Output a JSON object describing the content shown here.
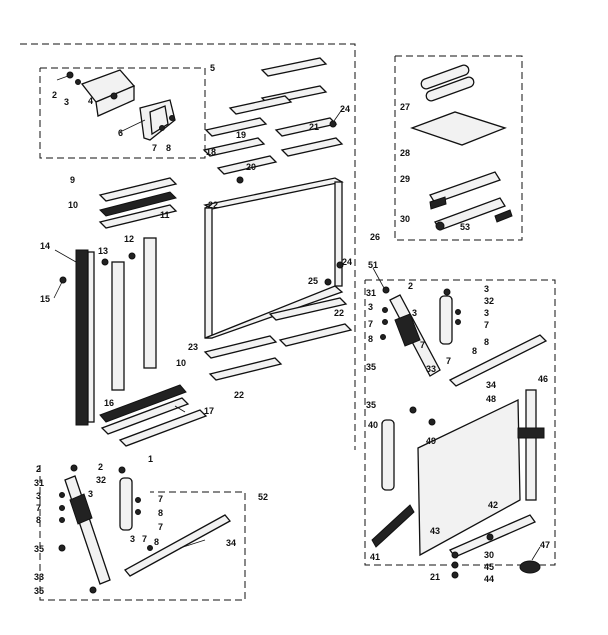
{
  "callouts": {
    "c1": "1",
    "c2a": "2",
    "c3a": "3",
    "c4": "4",
    "c5": "5",
    "c6": "6",
    "c7a": "7",
    "c8a": "8",
    "c9": "9",
    "c10a": "10",
    "c10b": "10",
    "c11": "11",
    "c12": "12",
    "c13": "13",
    "c14": "14",
    "c15": "15",
    "c16": "16",
    "c17": "17",
    "c18": "18",
    "c19": "19",
    "c20": "20",
    "c21a": "21",
    "c22a": "22",
    "c22b": "22",
    "c22c": "22",
    "c23": "23",
    "c24a": "24",
    "c24b": "24",
    "c25": "25",
    "c26": "26",
    "c27": "27",
    "c28": "28",
    "c29": "29",
    "c30": "30",
    "c53": "53",
    "c51": "51",
    "r31": "31",
    "r2a": "2",
    "r3a": "3",
    "r7a": "7",
    "r8a": "8",
    "r3b": "3",
    "r32": "32",
    "r3c": "3",
    "r7b": "7",
    "r7c": "7",
    "r8b": "8",
    "r3d": "3",
    "r7d": "7",
    "r8c": "8",
    "r35a": "35",
    "r33": "33",
    "r35b": "35",
    "r34": "34",
    "r48": "48",
    "r46": "46",
    "r40": "40",
    "r49": "49",
    "r41": "41",
    "r42": "42",
    "r43": "43",
    "r30": "30",
    "r45": "45",
    "r21": "21",
    "r44": "44",
    "r47": "47",
    "l2a": "2",
    "l31": "31",
    "l3a": "3",
    "l7a": "7",
    "l8a": "8",
    "l2b": "2",
    "l32": "32",
    "l3b": "3",
    "l7b": "7",
    "l8b": "8",
    "l7c": "7",
    "l3c": "3",
    "l7d": "7",
    "l8c": "8",
    "l35a": "35",
    "l33": "33",
    "l35b": "35",
    "l34": "34",
    "l52": "52"
  }
}
